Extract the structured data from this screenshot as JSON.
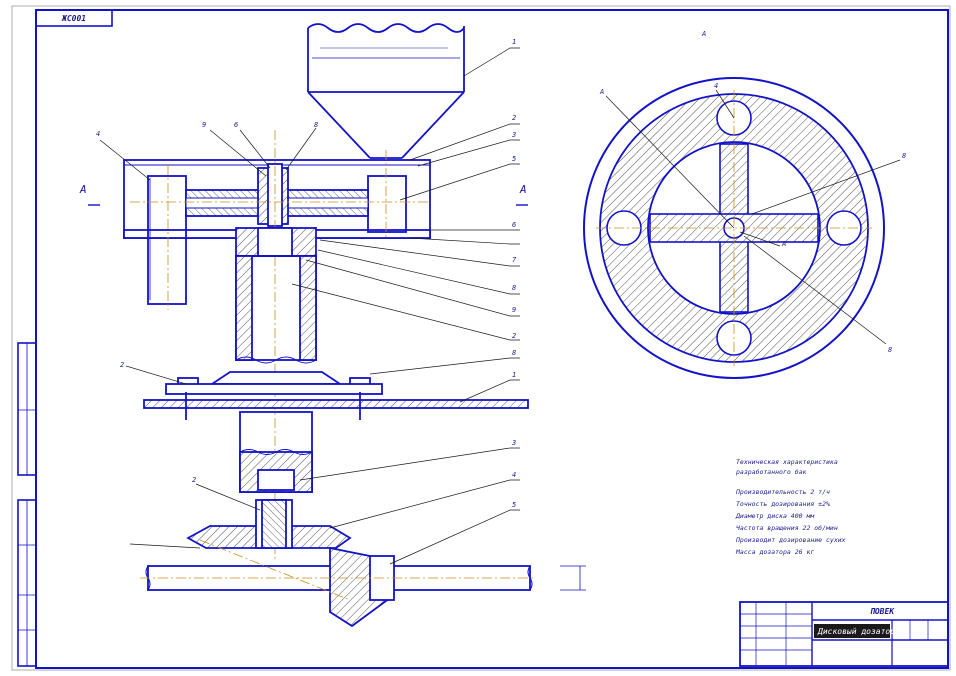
{
  "frame": {
    "stamp_top": "ЖС001",
    "doc_title": "Дисковый дозатор",
    "sheet_title": "ПОВЕК"
  },
  "section_marks": {
    "left": "A",
    "right": "A",
    "view": "А"
  },
  "leaders_left": [
    "1",
    "2",
    "3",
    "5",
    "6",
    "7",
    "8",
    "9",
    "8",
    "1",
    "3",
    "4",
    "5",
    "2"
  ],
  "leaders_top": [
    "4",
    "9",
    "6",
    "8"
  ],
  "leaders_misc": [
    "2",
    "2"
  ],
  "leaders_circle": [
    "А",
    "4",
    "8",
    "8",
    "А"
  ],
  "specs": {
    "heading_1": "Техническая характеристика",
    "heading_2": "разработанного бак",
    "lines": [
      "Производительность 2 т/ч",
      "Точность дозирования ±2%",
      "Диаметр диска 400 мм",
      "Частота вращения 22 об/мин",
      "Производит дозирование сухих",
      "Масса дозатора 26 кг"
    ]
  },
  "colors": {
    "line": "#1212c8",
    "ink": "#1a1a1a",
    "center": "#c89020",
    "hatch": "#555555"
  }
}
